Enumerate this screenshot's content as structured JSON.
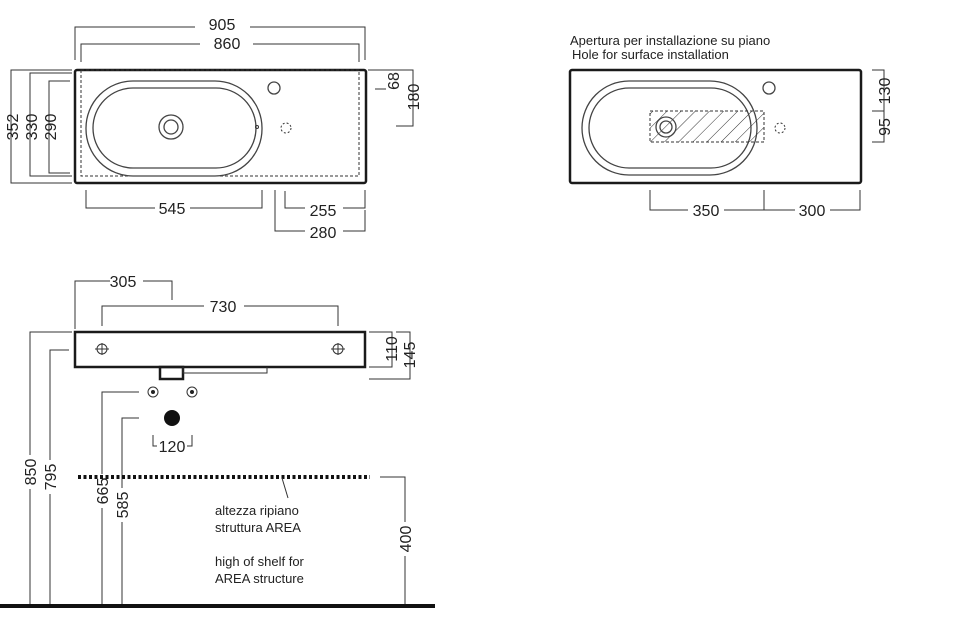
{
  "top_view": {
    "dims": {
      "overall_width": "905",
      "inner_width": "860",
      "depth_total": "352",
      "depth_330": "330",
      "depth_bowl": "290",
      "tap_offset": "68",
      "tap_depth": "180",
      "bowl_length": "545",
      "drain_255": "255",
      "drain_280": "280"
    }
  },
  "surface_view": {
    "title_it": "Apertura per installazione su piano",
    "title_en": "Hole for surface installation",
    "dims": {
      "left": "350",
      "right": "300",
      "top": "130",
      "hole_height": "95"
    }
  },
  "front_view": {
    "dims": {
      "d305": "305",
      "d730": "730",
      "d110": "110",
      "d145": "145",
      "d120": "120",
      "h850": "850",
      "h795": "795",
      "h665": "665",
      "h585": "585",
      "h400": "400"
    },
    "note_it_1": "altezza ripiano",
    "note_it_2": "struttura AREA",
    "note_en_1": "high of shelf for",
    "note_en_2": "AREA structure"
  }
}
